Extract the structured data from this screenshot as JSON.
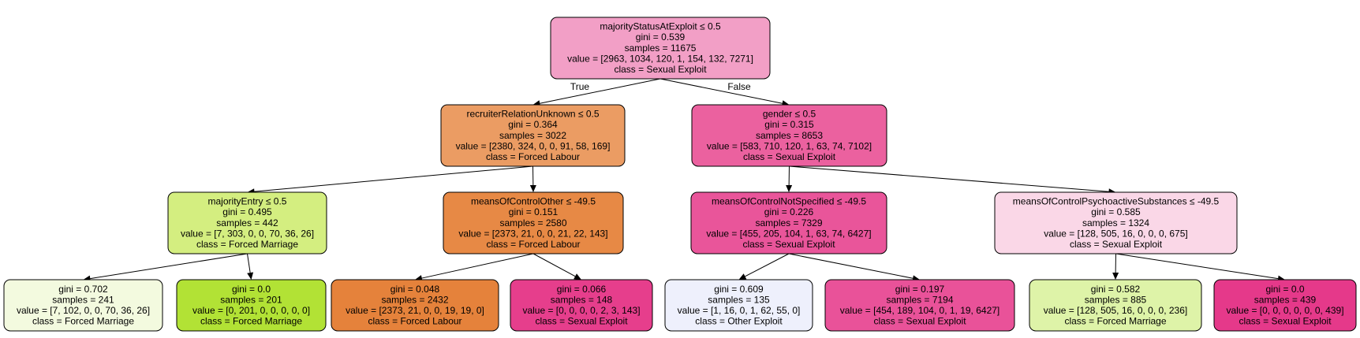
{
  "nodes": [
    {
      "id": "root",
      "fill": "#f29fc6",
      "lines": [
        "majorityStatusAtExploit ≤ 0.5",
        "gini = 0.539",
        "samples = 11675",
        "value = [2963, 1034, 120, 1, 154, 132, 7271]",
        "class = Sexual Exploit"
      ]
    },
    {
      "id": "n1",
      "fill": "#eb9c63",
      "lines": [
        "recruiterRelationUnknown ≤ 0.5",
        "gini = 0.364",
        "samples = 3022",
        "value = [2380, 324, 0, 0, 91, 58, 169]",
        "class = Forced Labour"
      ]
    },
    {
      "id": "n2",
      "fill": "#eb619f",
      "lines": [
        "gender ≤ 0.5",
        "gini = 0.315",
        "samples = 8653",
        "value = [583, 710, 120, 1, 63, 74, 7102]",
        "class = Sexual Exploit"
      ]
    },
    {
      "id": "n3",
      "fill": "#d4ee80",
      "lines": [
        "majorityEntry ≤ 0.5",
        "gini = 0.495",
        "samples = 442",
        "value = [7, 303, 0, 0, 70, 36, 26]",
        "class = Forced Marriage"
      ]
    },
    {
      "id": "n4",
      "fill": "#e78945",
      "lines": [
        "meansOfControlOther ≤ -49.5",
        "gini = 0.151",
        "samples = 2580",
        "value = [2373, 21, 0, 0, 21, 22, 143]",
        "class = Forced Labour"
      ]
    },
    {
      "id": "n5",
      "fill": "#e9559a",
      "lines": [
        "meansOfControlNotSpecified ≤ -49.5",
        "gini = 0.226",
        "samples = 7329",
        "value = [455, 205, 104, 1, 63, 74, 6427]",
        "class = Sexual Exploit"
      ]
    },
    {
      "id": "n6",
      "fill": "#fad7e7",
      "lines": [
        "meansOfControlPsychoactiveSubstances ≤ -49.5",
        "gini = 0.585",
        "samples = 1324",
        "value = [128, 505, 16, 0, 0, 0, 675]",
        "class = Sexual Exploit"
      ]
    },
    {
      "id": "l1",
      "fill": "#f3fadf",
      "lines": [
        "gini = 0.702",
        "samples = 241",
        "value = [7, 102, 0, 0, 70, 36, 26]",
        "class = Forced Marriage"
      ]
    },
    {
      "id": "l2",
      "fill": "#b2e235",
      "lines": [
        "gini = 0.0",
        "samples = 201",
        "value = [0, 201, 0, 0, 0, 0, 0]",
        "class = Forced Marriage"
      ]
    },
    {
      "id": "l3",
      "fill": "#e5823b",
      "lines": [
        "gini = 0.048",
        "samples = 2432",
        "value = [2373, 21, 0, 0, 19, 19, 0]",
        "class = Forced Labour"
      ]
    },
    {
      "id": "l4",
      "fill": "#e63e8c",
      "lines": [
        "gini = 0.066",
        "samples = 148",
        "value = [0, 0, 0, 0, 2, 3, 143]",
        "class = Sexual Exploit"
      ]
    },
    {
      "id": "l5",
      "fill": "#eef0fc",
      "lines": [
        "gini = 0.609",
        "samples = 135",
        "value = [1, 16, 0, 1, 62, 55, 0]",
        "class = Other Exploit"
      ]
    },
    {
      "id": "l6",
      "fill": "#e95299",
      "lines": [
        "gini = 0.197",
        "samples = 7194",
        "value = [454, 189, 104, 0, 1, 19, 6427]",
        "class = Sexual Exploit"
      ]
    },
    {
      "id": "l7",
      "fill": "#def3a8",
      "lines": [
        "gini = 0.582",
        "samples = 885",
        "value = [128, 505, 16, 0, 0, 0, 236]",
        "class = Forced Marriage"
      ]
    },
    {
      "id": "l8",
      "fill": "#e5398a",
      "lines": [
        "gini = 0.0",
        "samples = 439",
        "value = [0, 0, 0, 0, 0, 0, 439]",
        "class = Sexual Exploit"
      ]
    }
  ],
  "edges": [
    {
      "from": "root",
      "to": "n1",
      "label": "True"
    },
    {
      "from": "root",
      "to": "n2",
      "label": "False"
    },
    {
      "from": "n1",
      "to": "n3",
      "label": ""
    },
    {
      "from": "n1",
      "to": "n4",
      "label": ""
    },
    {
      "from": "n2",
      "to": "n5",
      "label": ""
    },
    {
      "from": "n2",
      "to": "n6",
      "label": ""
    },
    {
      "from": "n3",
      "to": "l1",
      "label": ""
    },
    {
      "from": "n3",
      "to": "l2",
      "label": ""
    },
    {
      "from": "n4",
      "to": "l3",
      "label": ""
    },
    {
      "from": "n4",
      "to": "l4",
      "label": ""
    },
    {
      "from": "n5",
      "to": "l5",
      "label": ""
    },
    {
      "from": "n5",
      "to": "l6",
      "label": ""
    },
    {
      "from": "n6",
      "to": "l7",
      "label": ""
    },
    {
      "from": "n6",
      "to": "l8",
      "label": ""
    }
  ]
}
